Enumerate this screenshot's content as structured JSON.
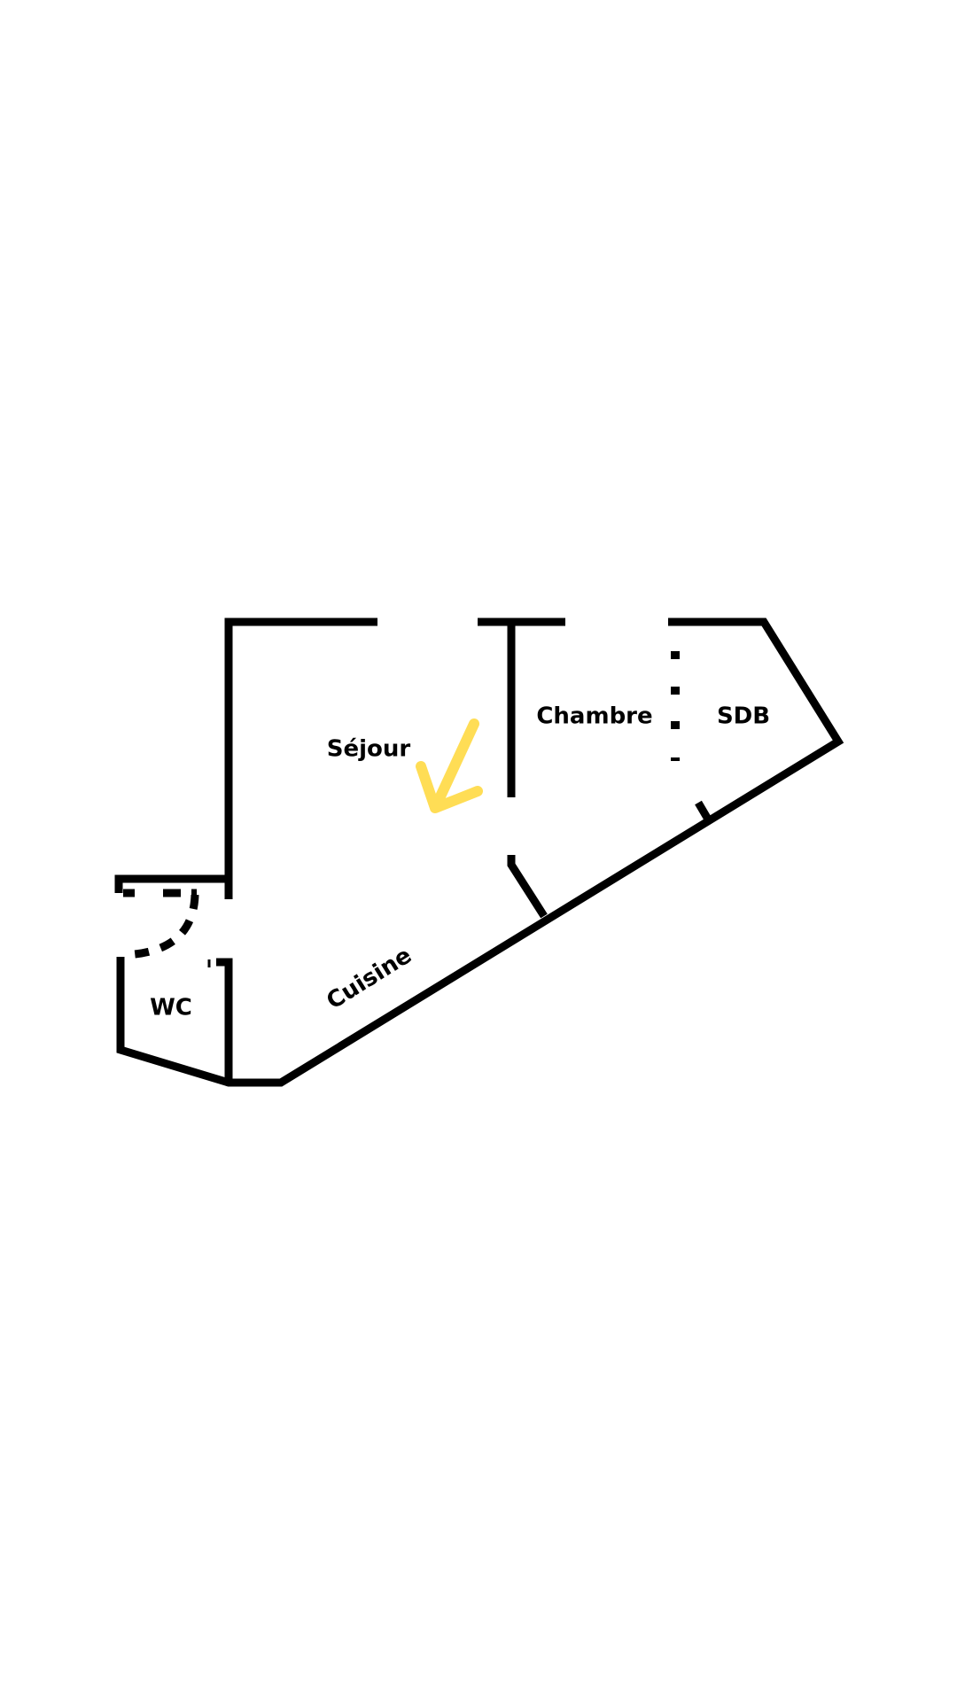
{
  "floorplan": {
    "rooms": {
      "sejour": "Séjour",
      "chambre": "Chambre",
      "sdb": "SDB",
      "cuisine": "Cuisine",
      "wc": "WC"
    },
    "colors": {
      "wall": "#000000",
      "arrow": "#FFDD55",
      "background": "#FFFFFF"
    },
    "icons": {
      "entrance_arrow": "arrow-down-left-icon"
    }
  }
}
